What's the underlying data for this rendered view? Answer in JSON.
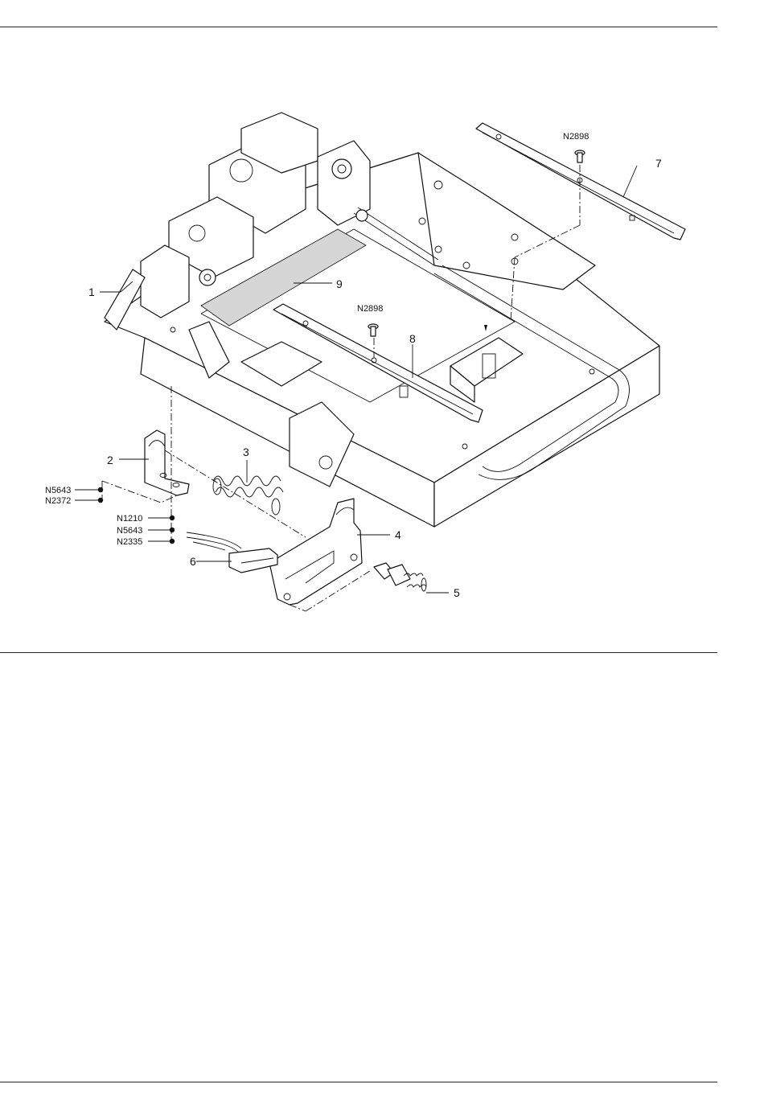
{
  "callouts": {
    "c1": "1",
    "c2": "2",
    "c3": "3",
    "c4": "4",
    "c5": "5",
    "c6": "6",
    "c7": "7",
    "c8": "8",
    "c9": "9"
  },
  "fasteners": {
    "screw_top": "N2898",
    "screw_mid": "N2898",
    "bracket_a": "N5643",
    "bracket_b": "N2372",
    "stack_a": "N1210",
    "stack_b": "N5643",
    "stack_c": "N2335"
  },
  "colors": {
    "line": "#111111",
    "highlight_strip": "#d6d6d6"
  }
}
